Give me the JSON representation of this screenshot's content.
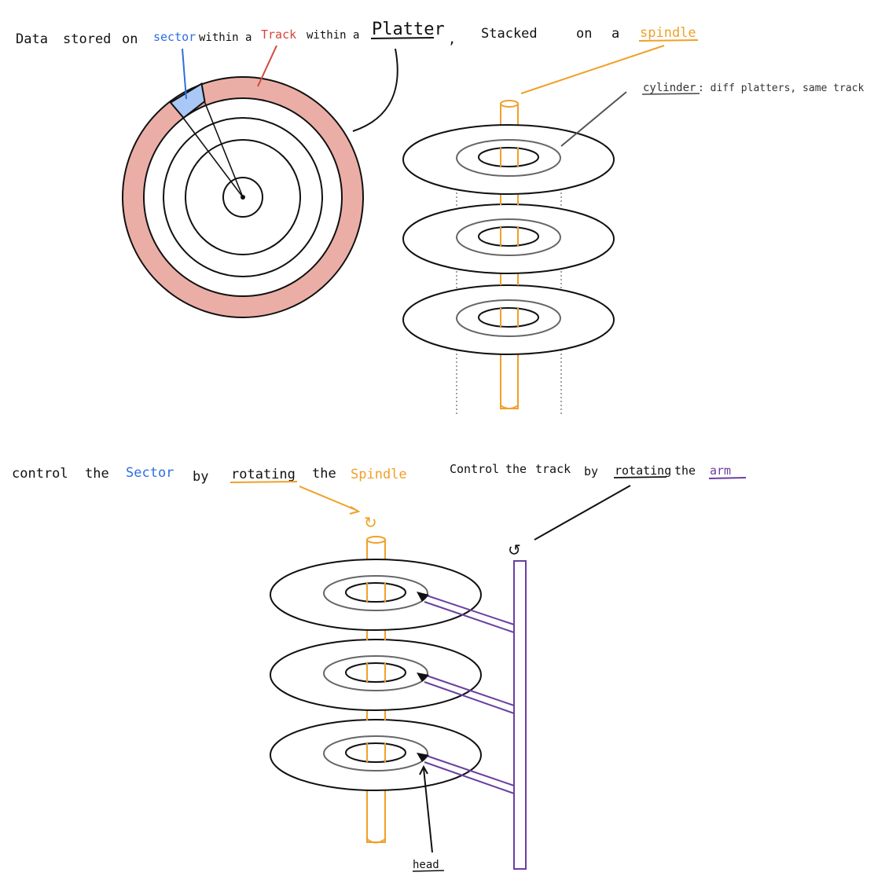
{
  "colors": {
    "sector": "#2f6fe0",
    "track": "#d6453a",
    "track_fill": "#ebaea6",
    "sector_fill": "#a9c8f5",
    "spindle": "#f0a02a",
    "arm": "#6a3fa0",
    "cylinder": "#555555",
    "ink": "#111111"
  },
  "top_caption": {
    "w1": "Data",
    "w2": "stored",
    "w3": "on",
    "sector": "sector",
    "within1": "within a",
    "track": "Track",
    "within2": "within a",
    "platter": "Platter",
    "comma": ",",
    "stacked": "Stacked",
    "on": "on",
    "a": "a",
    "spindle": "spindle"
  },
  "cylinder_note": {
    "label": "cylinder",
    "text": ": diff platters, same track"
  },
  "bottom_left_caption": {
    "control": "control",
    "the1": "the",
    "sector": "Sector",
    "by": "by",
    "rotating": "rotating",
    "the2": "the",
    "spindle": "Spindle"
  },
  "bottom_right_caption": {
    "control": "Control",
    "the1": "the",
    "track": "track",
    "by": "by",
    "rotating": "rotating",
    "the2": "the",
    "arm": "arm"
  },
  "head_label": "head",
  "rotate_symbol": "↻",
  "rotate_symbol_ccw": "↺"
}
